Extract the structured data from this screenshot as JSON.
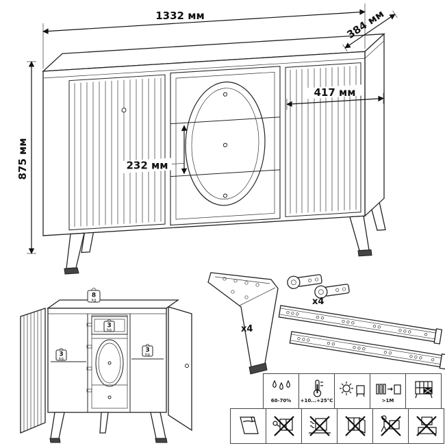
{
  "drawing": {
    "dims": {
      "width": "1332 мм",
      "depth": "384 мм",
      "height": "875 мм",
      "door_width": "417 мм",
      "drawer_height": "232 мм"
    },
    "hardware": {
      "leg_qty": "x4",
      "hinge_qty": "x4"
    },
    "load": {
      "top": {
        "value": "8",
        "unit": "kg"
      },
      "shelf": {
        "value": "3",
        "unit": "kg"
      }
    }
  },
  "care_grid": {
    "row1": [
      {
        "icon": "humidity-drops",
        "label": "60-70%"
      },
      {
        "icon": "temperature-range",
        "label": "+10...+25°C"
      },
      {
        "icon": "avoid-direct-sunlight",
        "label": ""
      },
      {
        "icon": "distance-from-heater",
        "label": ">1M"
      },
      {
        "icon": "ventilation-grid",
        "label": ""
      }
    ],
    "row2": [
      {
        "icon": "panel-corner-care",
        "label": ""
      },
      {
        "icon": "do-not-push",
        "label": ""
      },
      {
        "icon": "do-not-drag",
        "label": ""
      },
      {
        "icon": "do-not-lean",
        "label": ""
      },
      {
        "icon": "carry-do-not-drag-loaded",
        "label": ""
      },
      {
        "icon": "do-not-place-heavy",
        "label": ""
      }
    ]
  }
}
